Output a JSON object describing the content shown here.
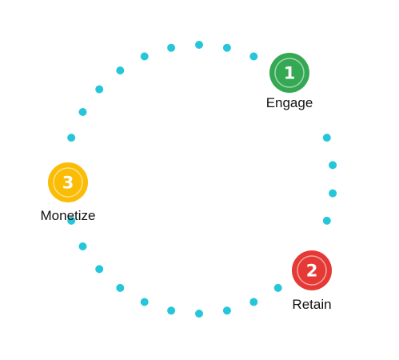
{
  "colors": {
    "dots": "#26c6da",
    "background": "#ffffff",
    "label_text": "#111111"
  },
  "steps": [
    {
      "number": "1",
      "label": "Engage",
      "color": "#34a853",
      "ring": "#1e8e3e"
    },
    {
      "number": "2",
      "label": "Retain",
      "color": "#e53935",
      "ring": "#c62828"
    },
    {
      "number": "3",
      "label": "Monetize",
      "color": "#fbbc05",
      "ring": "#f29900"
    }
  ]
}
